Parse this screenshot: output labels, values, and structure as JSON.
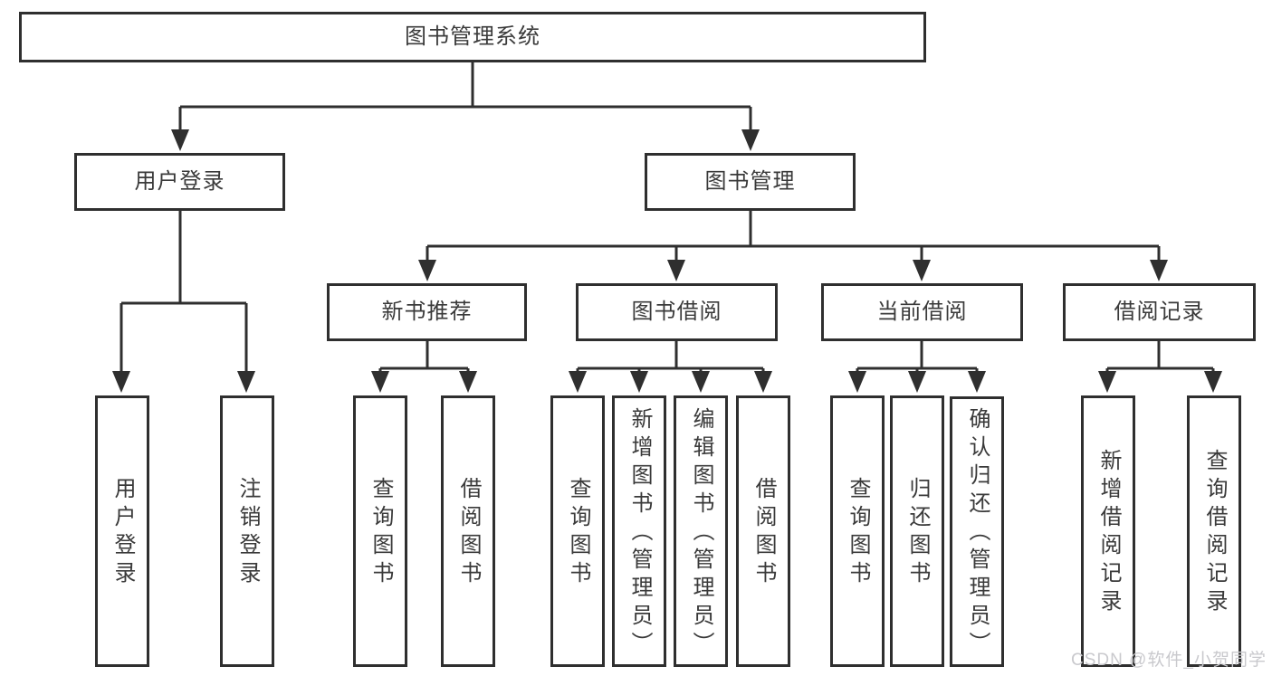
{
  "diagram_title": "图书管理系统",
  "tree": {
    "root": {
      "label": "图书管理系统",
      "children": [
        {
          "label": "用户登录",
          "children": [
            {
              "label": "用户登录"
            },
            {
              "label": "注销登录"
            }
          ]
        },
        {
          "label": "图书管理",
          "children": [
            {
              "label": "新书推荐",
              "children": [
                {
                  "label": "查询图书"
                },
                {
                  "label": "借阅图书"
                }
              ]
            },
            {
              "label": "图书借阅",
              "children": [
                {
                  "label": "查询图书"
                },
                {
                  "label": "新增图书（管理员）"
                },
                {
                  "label": "编辑图书（管理员）"
                },
                {
                  "label": "借阅图书"
                }
              ]
            },
            {
              "label": "当前借阅",
              "children": [
                {
                  "label": "查询图书"
                },
                {
                  "label": "归还图书"
                },
                {
                  "label": "确认归还（管理员）"
                }
              ]
            },
            {
              "label": "借阅记录",
              "children": [
                {
                  "label": "新增借阅记录"
                },
                {
                  "label": "查询借阅记录"
                }
              ]
            }
          ]
        }
      ]
    }
  },
  "watermark": "CSDN @软件_小贺同学",
  "colors": {
    "line": "#2f2f2f",
    "box_border": "#2f2f2f",
    "box_background": "#ffffff",
    "text": "#3a3a3a",
    "watermark": "#c9c9cd"
  }
}
